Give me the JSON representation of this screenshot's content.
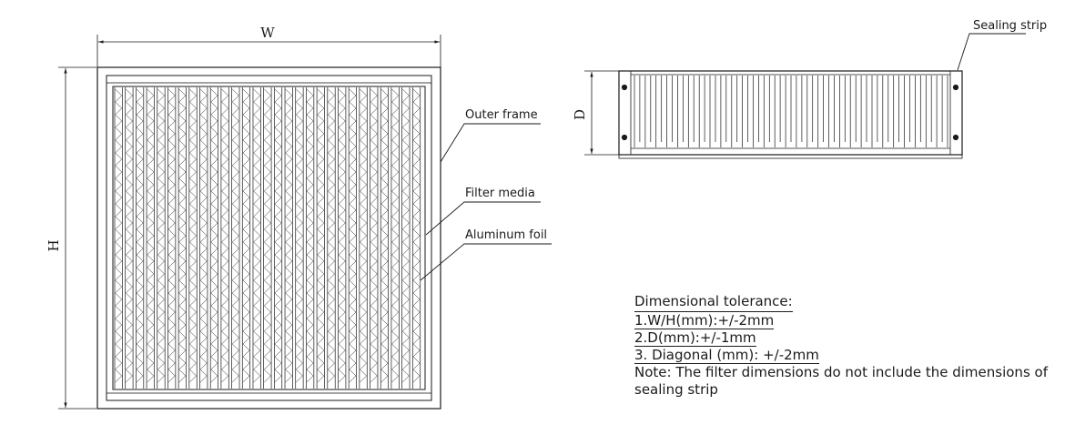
{
  "front_view": {
    "width_label": "W",
    "height_label": "H"
  },
  "side_view": {
    "depth_label": "D"
  },
  "callouts": {
    "sealing_strip": "Sealing strip",
    "outer_frame": "Outer frame",
    "filter_media": "Filter media",
    "aluminum_foil": "Aluminum foil"
  },
  "tolerance": {
    "heading": "Dimensional tolerance:",
    "lines": [
      "1.W/H(mm):+/-2mm",
      "2.D(mm):+/-1mm",
      "3. Diagonal (mm): +/-2mm"
    ],
    "note": "Note: The filter dimensions do not include the dimensions of sealing strip"
  },
  "colors": {
    "line": "#1a1a1a",
    "background": "#ffffff"
  }
}
